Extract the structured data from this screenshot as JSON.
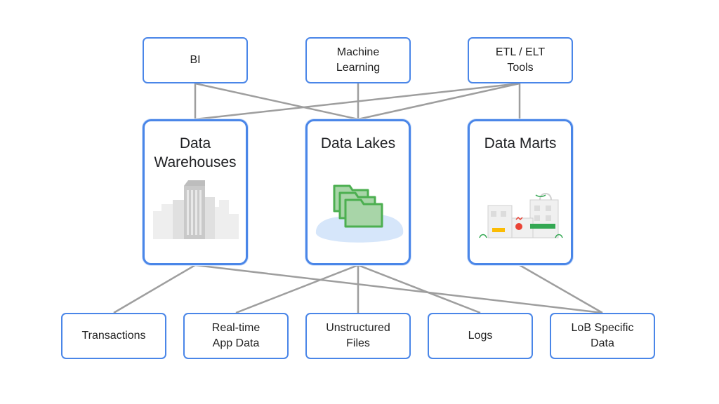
{
  "top": [
    {
      "id": "bi",
      "label": "BI"
    },
    {
      "id": "ml",
      "label": "Machine\nLearning"
    },
    {
      "id": "etl",
      "label": "ETL / ELT\nTools"
    }
  ],
  "middle": [
    {
      "id": "dw",
      "label": "Data\nWarehouses",
      "icon": "city-buildings-icon"
    },
    {
      "id": "dl",
      "label": "Data Lakes",
      "icon": "folders-icon"
    },
    {
      "id": "dm",
      "label": "Data Marts",
      "icon": "storefronts-icon"
    }
  ],
  "bottom": [
    {
      "id": "tx",
      "label": "Transactions"
    },
    {
      "id": "rt",
      "label": "Real-time\nApp Data"
    },
    {
      "id": "uf",
      "label": "Unstructured\nFiles"
    },
    {
      "id": "logs",
      "label": "Logs"
    },
    {
      "id": "lob",
      "label": "LoB Specific\nData"
    }
  ],
  "colors": {
    "border": "#4a86e8",
    "line": "#9e9e9e",
    "folder_fill": "#a8d5a8",
    "folder_stroke": "#4caf50",
    "cloud": "#d6e6fa"
  }
}
